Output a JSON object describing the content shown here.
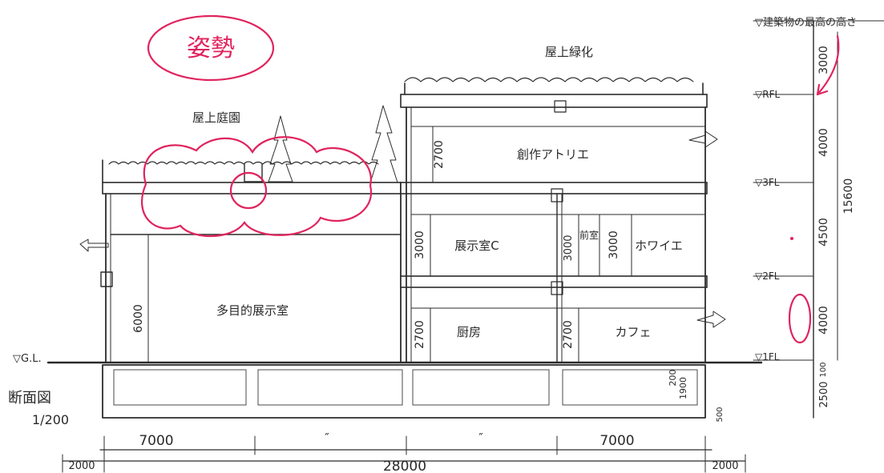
{
  "drawing": {
    "title": "断面図",
    "scale": "1/200",
    "stamp": "姿勢",
    "colors": {
      "ink": "#2b2b2b",
      "correction": "#e0245e",
      "paper": "#ffffff"
    }
  },
  "rooms": {
    "roof_green": "屋上緑化",
    "roof_garden": "屋上庭園",
    "atelier": "創作アトリエ",
    "exhibition_c": "展示室C",
    "anteroom": "前室",
    "foyer": "ホワイエ",
    "multipurpose": "多目的展示室",
    "kitchen": "厨房",
    "cafe": "カフェ"
  },
  "heights": {
    "atelier": "2700",
    "exhibition_c": "3000",
    "anteroom": "3000",
    "foyer": "3000",
    "multipurpose": "6000",
    "kitchen": "2700",
    "cafe": "2700"
  },
  "levels": {
    "max_height": "▽建築物の最高の高さ",
    "rfl": "▽RFL",
    "fl3": "▽3FL",
    "fl2": "▽2FL",
    "fl1": "▽1FL",
    "gl": "▽G.L."
  },
  "floor_dims": {
    "d1": "3000",
    "d2": "4000",
    "d3": "4500",
    "d4": "4000",
    "total": "15600",
    "gl_gap": "100",
    "foundation": "2500"
  },
  "foundation_dims": {
    "a": "200",
    "b": "1900",
    "c": "500"
  },
  "span_dims": {
    "bay1": "7000",
    "bay2": "″",
    "bay3": "″",
    "bay4": "7000",
    "left_setback": "2000",
    "total": "28000",
    "right_setback": "2000"
  }
}
